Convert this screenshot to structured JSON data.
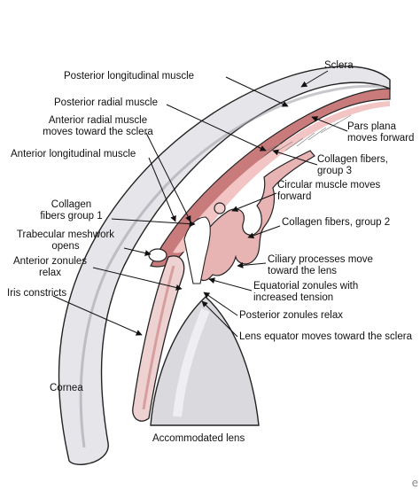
{
  "labels": {
    "sclera": "Sclera",
    "posterior_longitudinal_muscle": "Posterior longitudinal muscle",
    "posterior_radial_muscle": "Posterior radial muscle",
    "anterior_radial_muscle_l1": "Anterior radial muscle",
    "anterior_radial_muscle_l2": "moves toward the sclera",
    "anterior_longitudinal_muscle": "Anterior longitudinal muscle",
    "pars_plana_l1": "Pars plana",
    "pars_plana_l2": "moves forward",
    "collagen_fibers_3_l1": "Collagen fibers,",
    "collagen_fibers_3_l2": "group 3",
    "circular_muscle_l1": "Circular muscle moves",
    "circular_muscle_l2": "forward",
    "collagen_fibers_1_l1": "Collagen",
    "collagen_fibers_1_l2": "fibers group 1",
    "collagen_fibers_2": "Collagen fibers, group 2",
    "trabecular_l1": "Trabecular meshwork",
    "trabecular_l2": "opens",
    "anterior_zonules_l1": "Anterior zonules",
    "anterior_zonules_l2": "relax",
    "ciliary_processes_l1": "Ciliary processes move",
    "ciliary_processes_l2": "toward the lens",
    "equatorial_zonules_l1": "Equatorial zonules with",
    "equatorial_zonules_l2": "increased tension",
    "iris_constricts": "Iris constricts",
    "posterior_zonules_relax": "Posterior zonules relax",
    "lens_equator": "Lens equator moves toward the sclera",
    "cornea": "Cornea",
    "accommodated_lens": "Accommodated lens"
  },
  "corner_mark": "e",
  "colors": {
    "sclera_fill": "#e4e4e8",
    "muscle_fill": "#c97b7b",
    "muscle_light": "#f2c4c4",
    "outline": "#222222",
    "shading": "#8c8c95"
  }
}
